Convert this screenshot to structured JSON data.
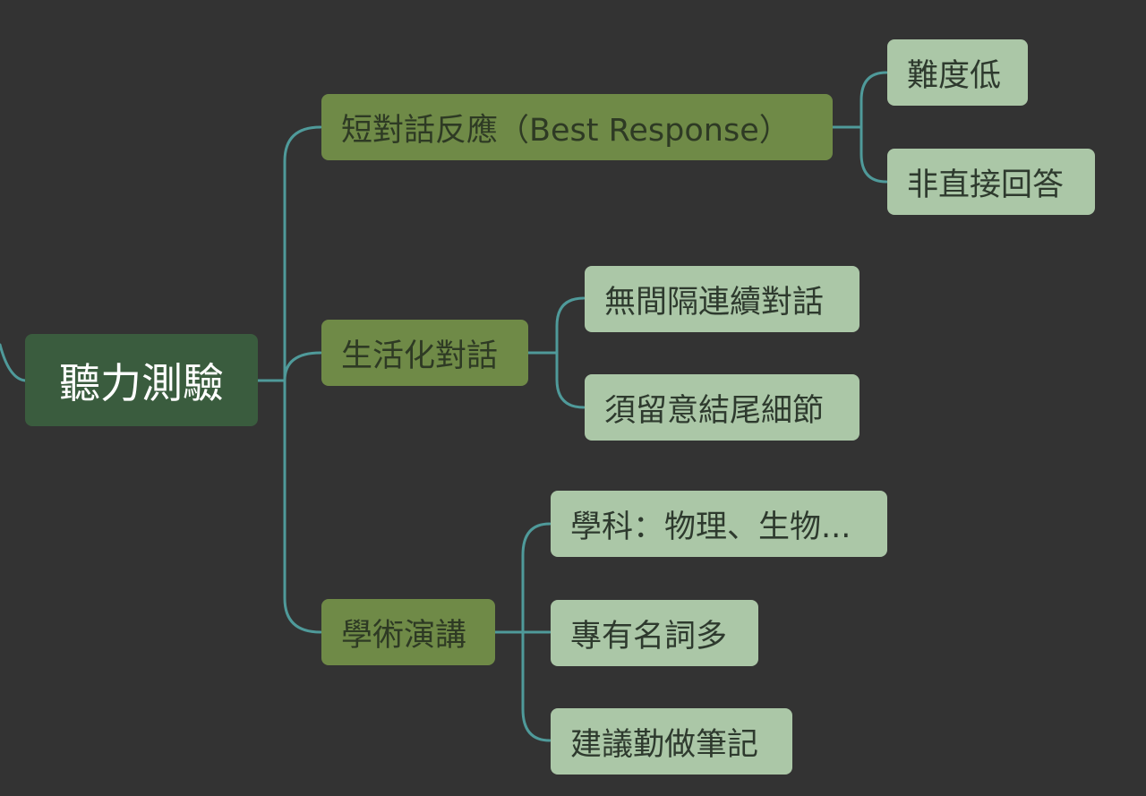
{
  "mindmap": {
    "root": {
      "label": "聽力測驗"
    },
    "branches": [
      {
        "label": "短對話反應（Best Response）",
        "children": [
          {
            "label": "難度低"
          },
          {
            "label": "非直接回答"
          }
        ]
      },
      {
        "label": "生活化對話",
        "children": [
          {
            "label": "無間隔連續對話"
          },
          {
            "label": "須留意結尾細節"
          }
        ]
      },
      {
        "label": "學術演講",
        "children": [
          {
            "label": "學科：物理、生物..."
          },
          {
            "label": "專有名詞多"
          },
          {
            "label": "建議勤做筆記"
          }
        ]
      }
    ]
  },
  "colors": {
    "background": "#333333",
    "connector": "#4f9a9a",
    "root_fill": "#3a5c3e",
    "branch_fill": "#6f8a47",
    "leaf_fill": "#abc7a7"
  }
}
